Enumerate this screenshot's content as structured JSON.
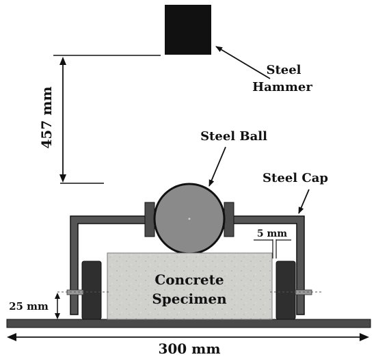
{
  "labels": {
    "hammer_line1": "Steel",
    "hammer_line2": "Hammer",
    "drop_height": "457 mm",
    "ball": "Steel Ball",
    "cap": "Steel Cap",
    "gap": "5 mm",
    "specimen_line1": "Concrete",
    "specimen_line2": "Specimen",
    "pin_height": "25 mm",
    "base_width": "300 mm"
  },
  "colors": {
    "ink": "#111111",
    "hammer": "#111111",
    "base": "#4a4a4a",
    "frame": "#555555",
    "ball": "#8a8a8a",
    "concrete": "#cfcfcc",
    "block": "#2f2f2f"
  }
}
